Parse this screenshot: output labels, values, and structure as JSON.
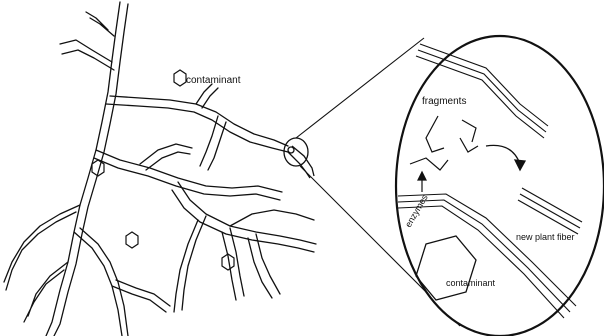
{
  "labels": {
    "legend_contaminant": "contaminant",
    "fragments": "fragments",
    "enzymes": "enzymes",
    "new_plant_fiber": "new plant fiber",
    "contaminant": "contaminant"
  },
  "colors": {
    "ink": "#111111",
    "background": "#ffffff"
  }
}
